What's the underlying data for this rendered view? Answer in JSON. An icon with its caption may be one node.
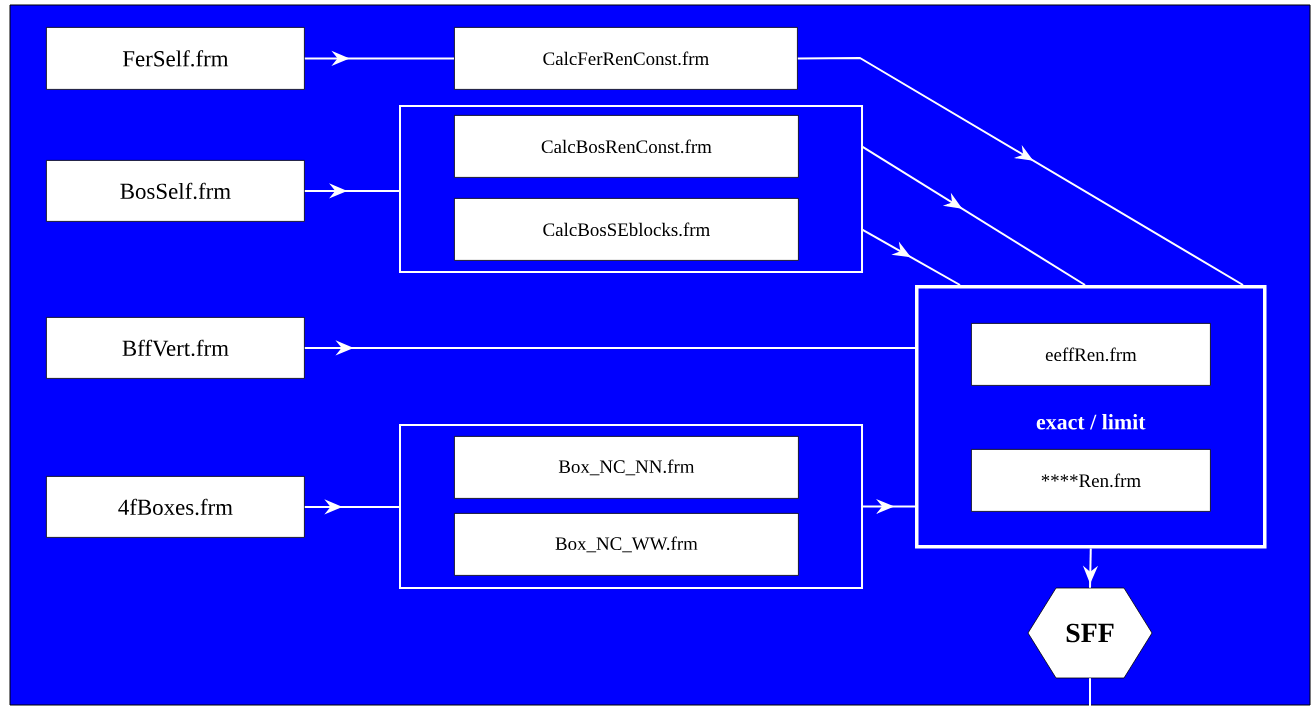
{
  "diagram": {
    "nodes": [
      {
        "text": [
          "FerSelf.frm"
        ]
      },
      {
        "text": [
          "CalcFerRenConst.frm"
        ]
      },
      {
        "text": [
          "BosSelf.frm"
        ]
      },
      {
        "text": [],
        "shape": "box"
      },
      {
        "text": [
          "CalcBosRenConst.frm"
        ],
        "in": 3
      },
      {
        "text": [
          "CalcBosSEblocks.frm"
        ],
        "in": 3
      },
      {
        "text": [
          "BffVert.frm"
        ]
      },
      {
        "text": [
          "exact / limit"
        ]
      },
      {
        "text": [
          "eeffRen.frm"
        ],
        "in": 7
      },
      {
        "text": [
          "****Ren.frm"
        ],
        "in": 7
      },
      {
        "text": [
          "4fBoxes.frm"
        ]
      },
      {
        "text": [],
        "shape": "box"
      },
      {
        "text": [
          "Box_NC_NN.frm"
        ],
        "in": 11
      },
      {
        "text": [
          "Box_NC_WW.frm"
        ],
        "in": 11
      },
      {
        "text": [
          "SFF"
        ]
      }
    ],
    "edges": [
      {
        "from": 0,
        "to": 1,
        "arrow": "to"
      },
      {
        "from": 1,
        "to": 7,
        "arrow": "to"
      },
      {
        "from": 2,
        "to": 3,
        "arrow": "to"
      },
      {
        "from": 4,
        "to": 7,
        "arrow": "to"
      },
      {
        "from": 5,
        "to": 7,
        "arrow": "to"
      },
      {
        "from": 6,
        "to": 7,
        "arrow": "to"
      },
      {
        "from": 10,
        "to": 11,
        "arrow": "to"
      },
      {
        "from": 11,
        "to": 7,
        "arrow": "to"
      },
      {
        "from": 7,
        "to": 14,
        "arrow": "to"
      },
      {
        "from": 14,
        "to": null,
        "arrow": "none"
      }
    ]
  }
}
